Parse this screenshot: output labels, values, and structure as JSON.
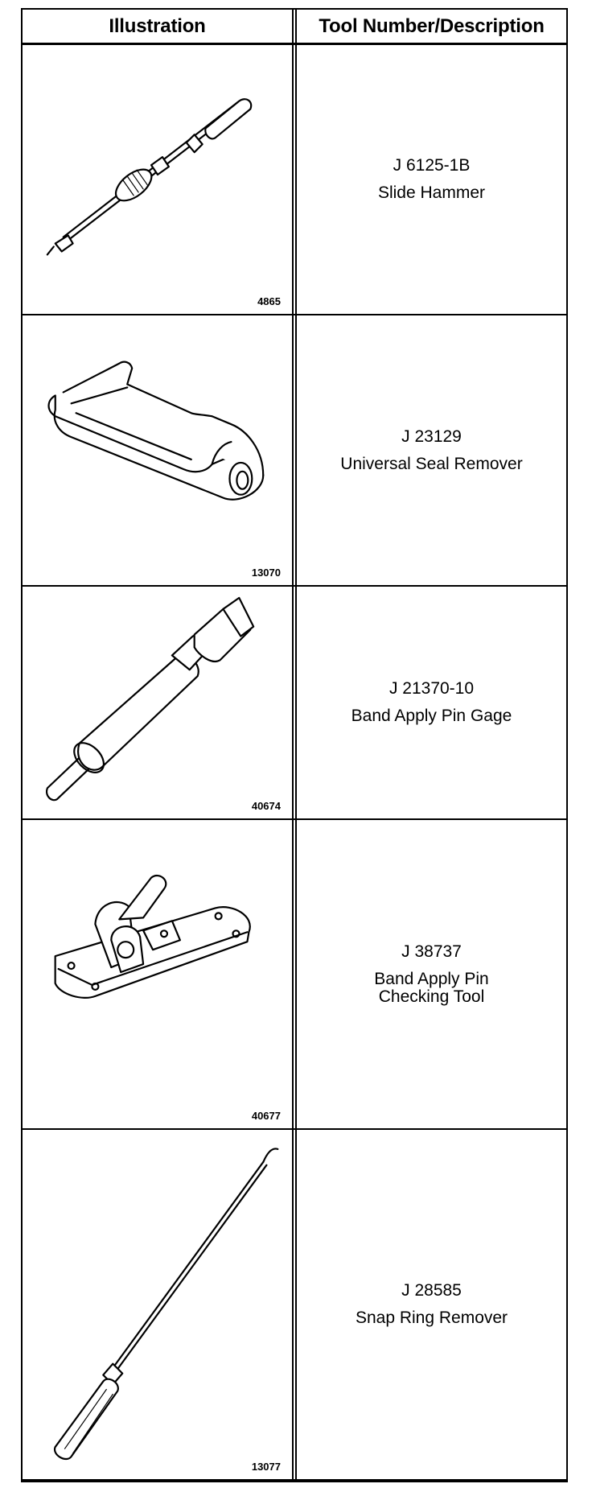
{
  "table": {
    "headers": [
      "Illustration",
      "Tool Number/Description"
    ],
    "rows": [
      {
        "tool_number": "J 6125-1B",
        "description": "Slide Hammer",
        "figure_number": "4865",
        "icon": "slide-hammer-icon"
      },
      {
        "tool_number": "J 23129",
        "description": "Universal Seal Remover",
        "figure_number": "13070",
        "icon": "seal-remover-icon"
      },
      {
        "tool_number": "J 21370-10",
        "description": "Band Apply Pin Gage",
        "figure_number": "40674",
        "icon": "pin-gage-icon"
      },
      {
        "tool_number": "J 38737",
        "description": "Band Apply Pin\nChecking Tool",
        "figure_number": "40677",
        "icon": "pin-checking-tool-icon"
      },
      {
        "tool_number": "J 28585",
        "description": "Snap Ring Remover",
        "figure_number": "13077",
        "icon": "snap-ring-remover-icon"
      }
    ]
  }
}
